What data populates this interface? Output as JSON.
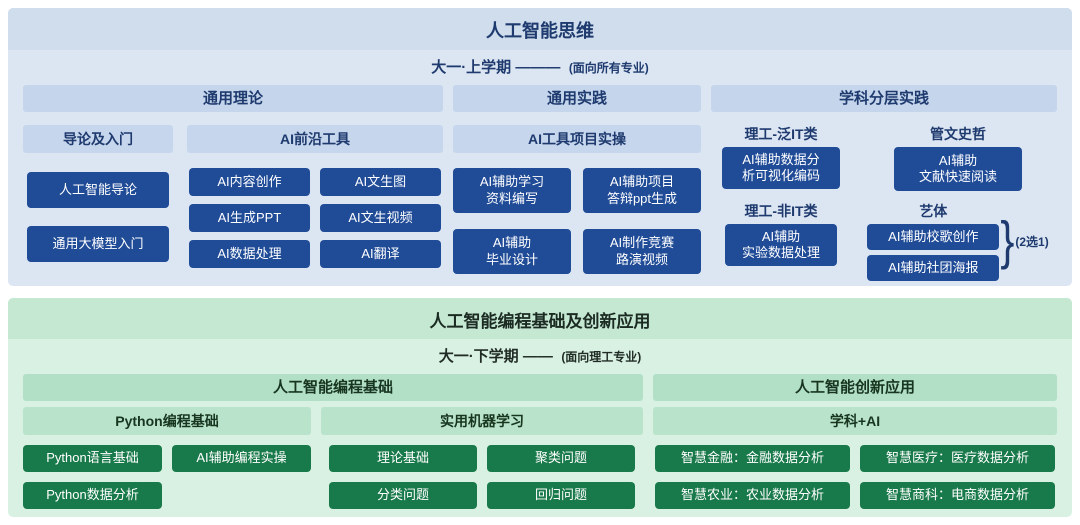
{
  "colors": {
    "blue_panel_bg": "#dce6f3",
    "blue_header_bg": "#c4d5ec",
    "blue_button_bg": "#1f4b97",
    "blue_text": "#1e3a6e",
    "green_panel_bg": "#d9f1e2",
    "green_header_bg": "#b2e0c6",
    "green_button_bg": "#18794a",
    "button_text": "#ffffff"
  },
  "top": {
    "title": "人工智能思维",
    "subtitle_main": "大一·上学期 ———",
    "subtitle_note": "(面向所有专业)",
    "headers": {
      "theory": "通用理论",
      "practice": "通用实践",
      "layered": "学科分层实践"
    },
    "intro": {
      "header": "导论及入门",
      "items": [
        "人工智能导论",
        "通用大模型入门"
      ]
    },
    "frontier": {
      "header": "AI前沿工具",
      "items": [
        "AI内容创作",
        "AI文生图",
        "AI生成PPT",
        "AI文生视频",
        "AI数据处理",
        "AI翻译"
      ]
    },
    "project": {
      "header": "AI工具项目实操",
      "items": [
        "AI辅助学习\n资料编写",
        "AI辅助项目\n答辩ppt生成",
        "AI辅助\n毕业设计",
        "AI制作竞赛\n路演视频"
      ]
    },
    "layered_groups": [
      {
        "label": "理工-泛IT类",
        "item": "AI辅助数据分\n析可视化编码"
      },
      {
        "label": "管文史哲",
        "item": "AI辅助\n文献快速阅读"
      },
      {
        "label": "理工-非IT类",
        "item": "AI辅助\n实验数据处理"
      },
      {
        "label": "艺体",
        "item_a": "AI辅助校歌创作",
        "item_b": "AI辅助社团海报",
        "brace": "}",
        "note": "(2选1)"
      }
    ]
  },
  "bottom": {
    "title": "人工智能编程基础及创新应用",
    "subtitle_main": "大一·下学期 ——",
    "subtitle_note": "(面向理工专业)",
    "headers": {
      "programming": "人工智能编程基础",
      "innovation": "人工智能创新应用"
    },
    "python": {
      "header": "Python编程基础",
      "items": [
        "Python语言基础",
        "AI辅助编程实操",
        "Python数据分析"
      ]
    },
    "ml": {
      "header": "实用机器学习",
      "items": [
        "理论基础",
        "聚类问题",
        "分类问题",
        "回归问题"
      ]
    },
    "subject_ai": {
      "header": "学科+AI",
      "items": [
        "智慧金融：金融数据分析",
        "智慧医疗：医疗数据分析",
        "智慧农业：农业数据分析",
        "智慧商科：电商数据分析"
      ]
    }
  }
}
